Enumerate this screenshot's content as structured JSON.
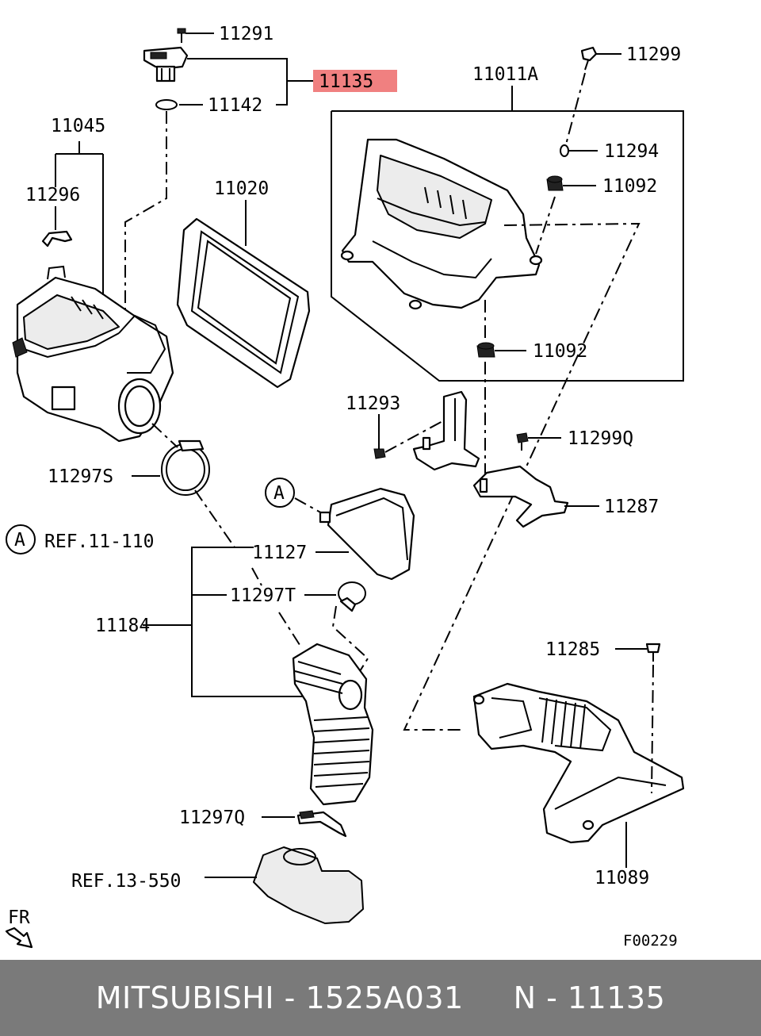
{
  "diagram": {
    "labels": {
      "p11291": "11291",
      "p11135": "11135",
      "p11142": "11142",
      "p11299": "11299",
      "p11011a": "11011A",
      "p11045": "11045",
      "p11294": "11294",
      "p11092a": "11092",
      "p11296": "11296",
      "p11020": "11020",
      "p11092b": "11092",
      "p11293": "11293",
      "p11299q": "11299Q",
      "p11297s": "11297S",
      "ref_a_circle": "A",
      "ref_11_110": "REF.11-110",
      "p11287": "11287",
      "p11127": "11127",
      "p11297t": "11297T",
      "p11184": "11184",
      "p11285": "11285",
      "p11297q": "11297Q",
      "ref_13_550": "REF.13-550",
      "p11089": "11089",
      "fr": "FR",
      "code": "F00229",
      "a_marker": "A"
    },
    "highlight_color": "#f08080"
  },
  "footer": {
    "brand": "MITSUBISHI",
    "sep1": " - ",
    "part_number": "1525A031",
    "gap": "     ",
    "ref": "N - 11135"
  }
}
